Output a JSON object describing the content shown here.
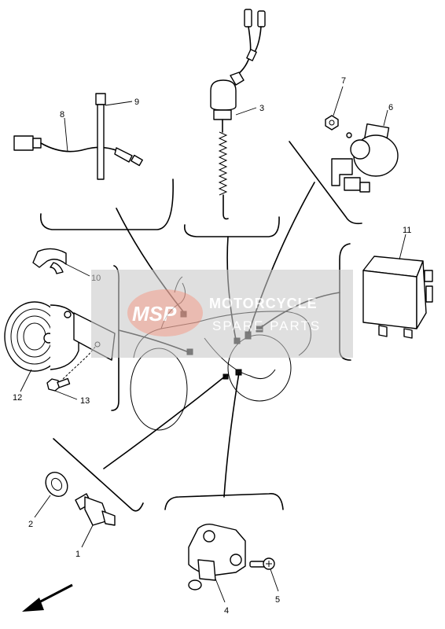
{
  "callouts": {
    "c1": "1",
    "c2": "2",
    "c3": "3",
    "c4": "4",
    "c5": "5",
    "c6": "6",
    "c7": "7",
    "c8": "8",
    "c9": "9",
    "c10": "10",
    "c11": "11",
    "c12": "12",
    "c13": "13"
  },
  "watermark": {
    "logo": "MSP",
    "line1": "MOTORCYCLE",
    "line2": "SPARE PARTS"
  },
  "colors": {
    "ink": "#000000",
    "watermark_band": "#c8c8c8",
    "watermark_logo": "#e8a090"
  }
}
